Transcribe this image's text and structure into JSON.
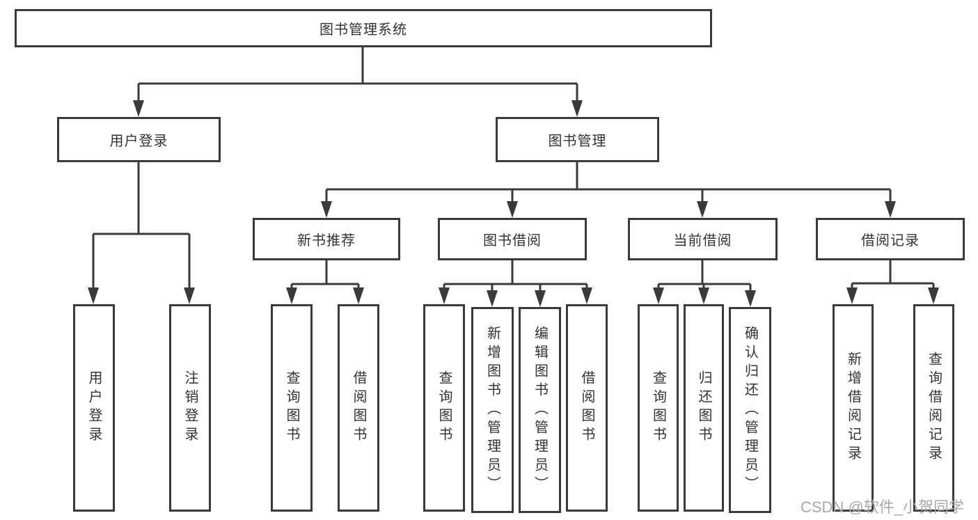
{
  "diagram": {
    "root": {
      "label": "图书管理系统"
    },
    "branches": [
      {
        "label": "用户登录",
        "children": [
          {
            "label": "用户登录"
          },
          {
            "label": "注销登录"
          }
        ]
      },
      {
        "label": "图书管理",
        "children": [
          {
            "label": "新书推荐",
            "children": [
              {
                "label": "查询图书"
              },
              {
                "label": "借阅图书"
              }
            ]
          },
          {
            "label": "图书借阅",
            "children": [
              {
                "label": "查询图书"
              },
              {
                "label": "新增图书（管理员）"
              },
              {
                "label": "编辑图书（管理员）"
              },
              {
                "label": "借阅图书"
              }
            ]
          },
          {
            "label": "当前借阅",
            "children": [
              {
                "label": "查询图书"
              },
              {
                "label": "归还图书"
              },
              {
                "label": "确认归还（管理员）"
              }
            ]
          },
          {
            "label": "借阅记录",
            "children": [
              {
                "label": "新增借阅记录"
              },
              {
                "label": "查询借阅记录"
              }
            ]
          }
        ]
      }
    ]
  },
  "watermark": {
    "text": "CSDN @软件_小贺同学"
  },
  "colors": {
    "line": "#3a3a3a",
    "text": "#333333",
    "watermark": "#a8a8a8",
    "box-bg": "#ffffff",
    "page-bg": "#ffffff"
  }
}
